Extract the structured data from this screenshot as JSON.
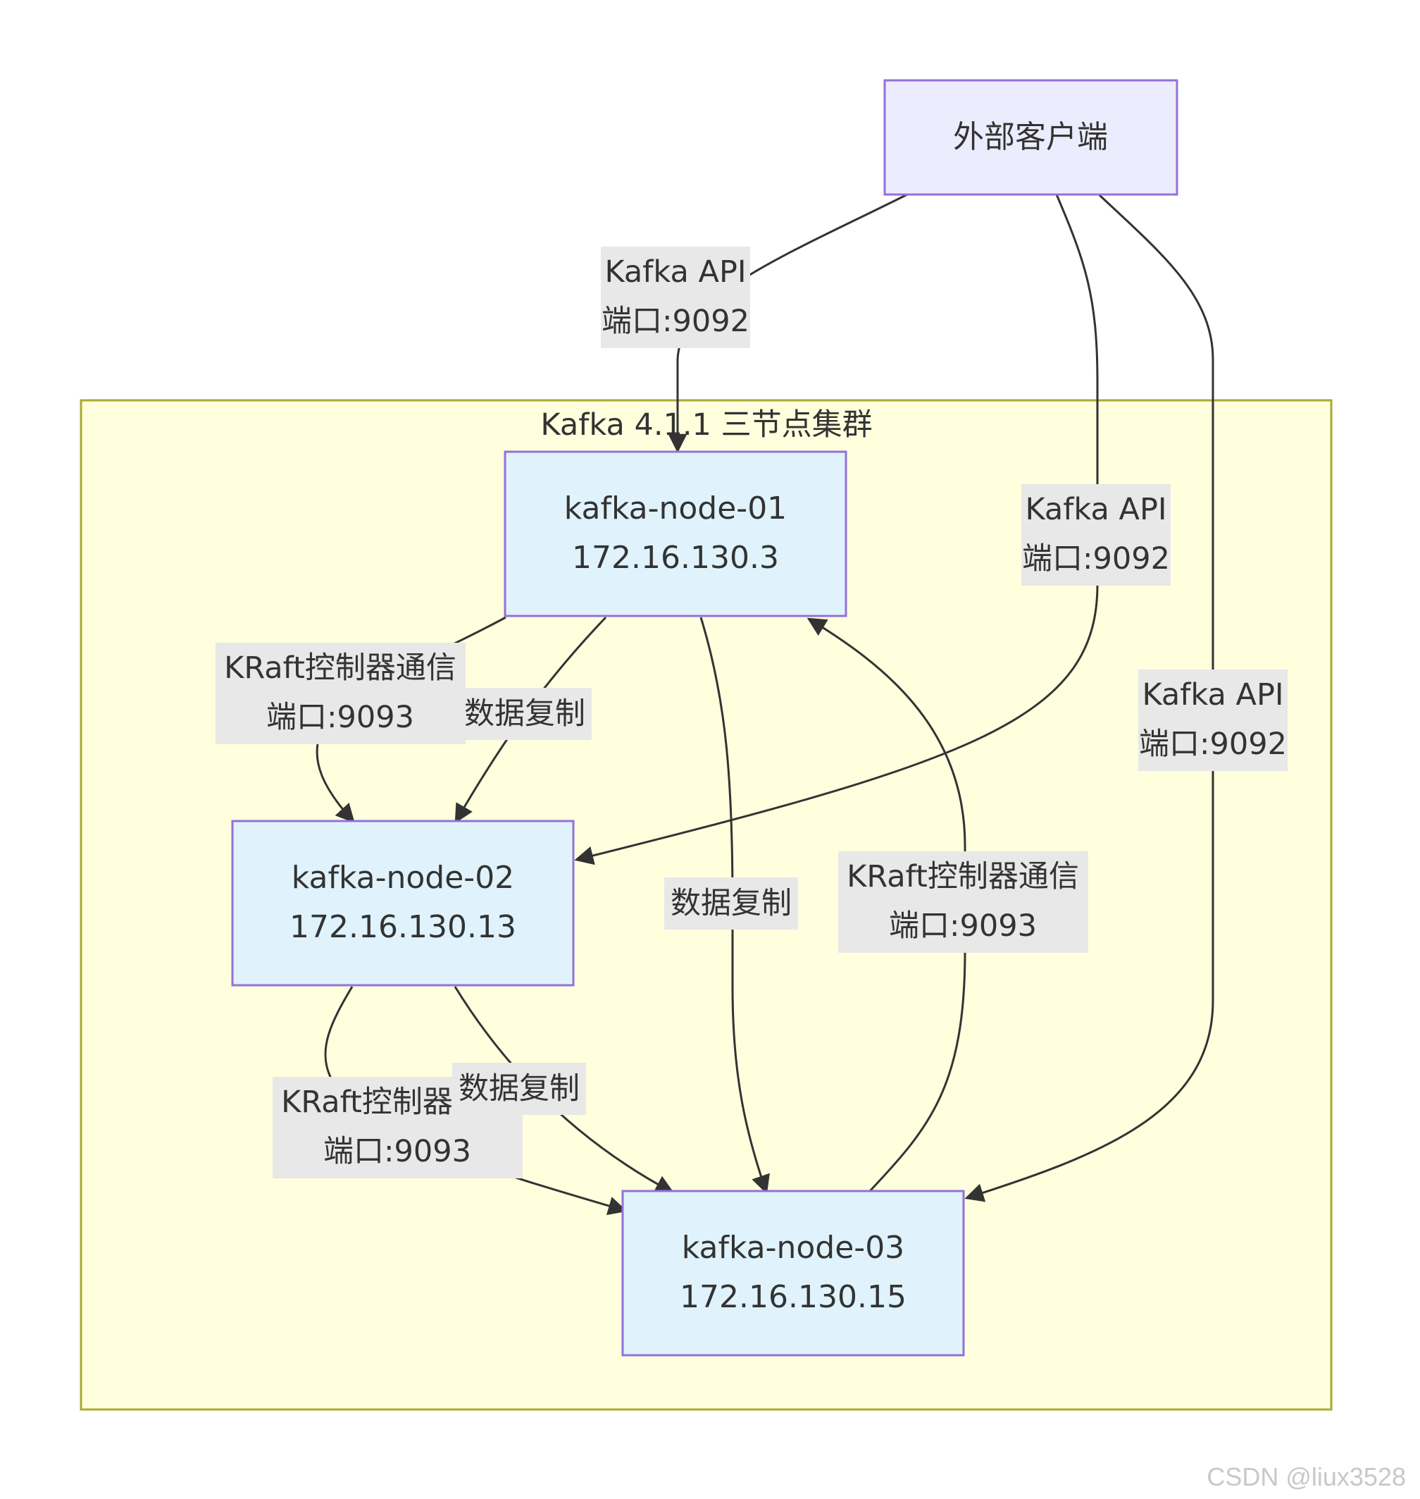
{
  "cluster": {
    "title": "Kafka 4.1.1 三节点集群"
  },
  "nodes": {
    "client": {
      "label": "外部客户端"
    },
    "node1": {
      "name": "kafka-node-01",
      "ip": "172.16.130.3"
    },
    "node2": {
      "name": "kafka-node-02",
      "ip": "172.16.130.13"
    },
    "node3": {
      "name": "kafka-node-03",
      "ip": "172.16.130.15"
    }
  },
  "edges": {
    "client_node1": {
      "line1": "Kafka API",
      "line2": "端口:9092"
    },
    "client_node2": {
      "line1": "Kafka API",
      "line2": "端口:9092"
    },
    "client_node3": {
      "line1": "Kafka API",
      "line2": "端口:9092"
    },
    "node1_node2_kraft": {
      "line1": "KRaft控制器通信",
      "line2": "端口:9093"
    },
    "node1_node2_repl": {
      "line1": "数据复制"
    },
    "node1_node3_repl": {
      "line1": "数据复制"
    },
    "node3_node1_kraft": {
      "line1": "KRaft控制器通信",
      "line2": "端口:9093"
    },
    "node2_node3_kraft": {
      "line1": "KRaft控制器通信",
      "line2": "端口:9093"
    },
    "node2_node3_repl": {
      "line1": "数据复制"
    }
  },
  "watermark": "CSDN @liux3528",
  "colors": {
    "cluster_fill": "#ffffde",
    "cluster_stroke": "#aaaa33",
    "node_fill": "#e0f3fc",
    "client_fill": "#ececff",
    "node_stroke": "#9370db",
    "edge": "#333333",
    "label_bg": "#e8e8e8"
  }
}
